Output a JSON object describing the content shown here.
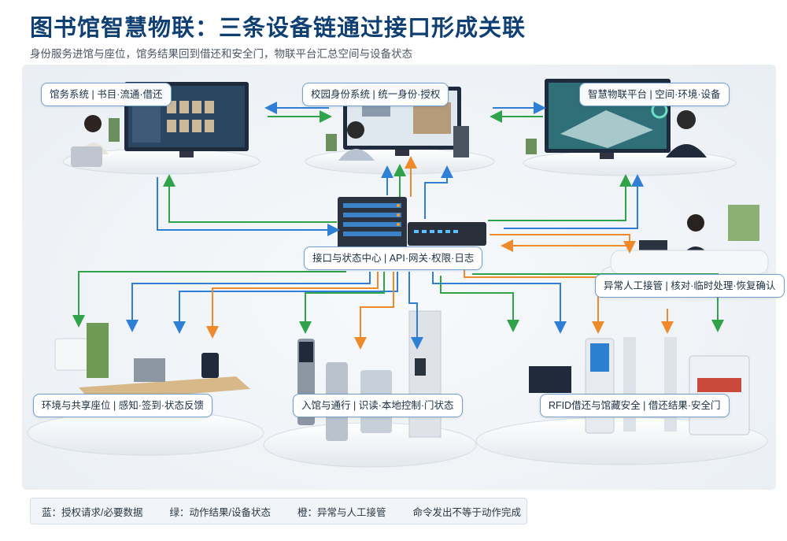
{
  "header": {
    "title": "图书馆智慧物联：三条设备链通过接口形成关联",
    "subtitle": "身份服务进馆与座位，馆务结果回到借还和安全门，物联平台汇总空间与设备状态"
  },
  "nodes": {
    "library_system": "馆务系统 | 书目·流通·借还",
    "campus_identity": "校园身份系统 | 统一身份·授权",
    "iot_platform": "智慧物联平台 | 空间·环境·设备",
    "interface_center": "接口与状态中心 | API·网关·权限·日志",
    "manual_desk": "异常人工接管 | 核对·临时处理·恢复确认",
    "env_seating": "环境与共享座位 | 感知·签到·状态反馈",
    "entry_access": "入馆与通行 | 识读·本地控制·门状态",
    "rfid_security": "RFID借还与馆藏安全 | 借还结果·安全门"
  },
  "legend": {
    "blue": "蓝：授权请求/必要数据",
    "green": "绿：动作结果/设备状态",
    "orange": "橙：异常与人工接管",
    "note": "命令发出不等于动作完成"
  },
  "colors": {
    "blue": "#2f7fd6",
    "green": "#2fa24a",
    "orange": "#ee8a2a",
    "title": "#0f3f73"
  }
}
